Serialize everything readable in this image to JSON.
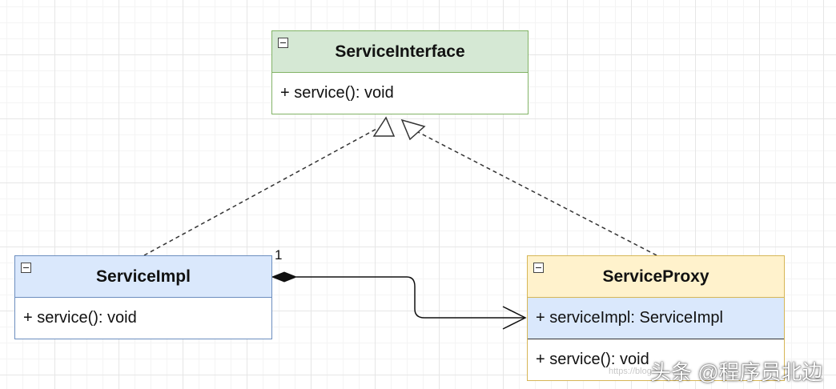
{
  "classes": {
    "service_interface": {
      "name": "ServiceInterface",
      "methods": [
        "+ service(): void"
      ]
    },
    "service_impl": {
      "name": "ServiceImpl",
      "methods": [
        "+ service(): void"
      ]
    },
    "service_proxy": {
      "name": "ServiceProxy",
      "fields": [
        "+ serviceImpl: ServiceImpl"
      ],
      "methods": [
        "+ service(): void"
      ]
    }
  },
  "relations": {
    "composition_multiplicity": "1"
  },
  "colors": {
    "interface_fill": "#d5e8d4",
    "interface_stroke": "#82b366",
    "impl_fill": "#dae8fc",
    "impl_stroke": "#6c8ebf",
    "proxy_fill": "#fff2cc",
    "proxy_stroke": "#d6b656",
    "field_fill": "#dae8fc"
  },
  "watermark": {
    "text": "头条 @程序员北边",
    "url": "https://blog"
  }
}
